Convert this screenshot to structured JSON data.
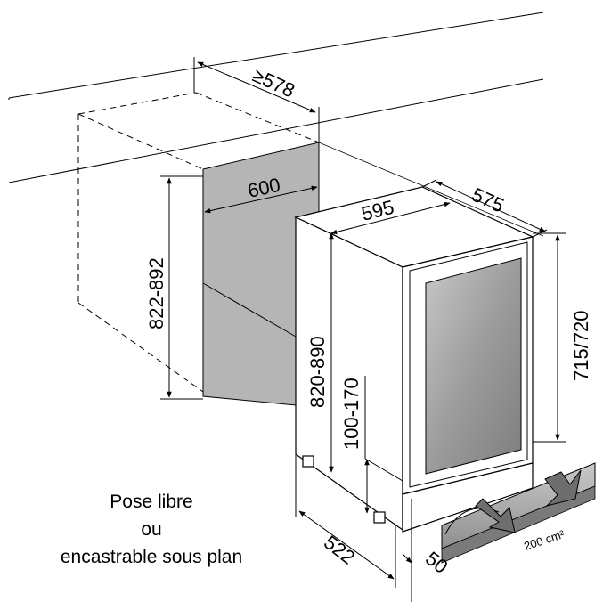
{
  "dimensions": {
    "niche_depth": "≥578",
    "niche_width": "600",
    "niche_height": "822-892",
    "unit_width": "595",
    "unit_depth": "575",
    "unit_height": "820-890",
    "door_height": "715/720",
    "plinth_height": "100-170",
    "unit_depth_bottom": "522",
    "door_offset": "50"
  },
  "ventilation": {
    "area_label": "200 cm²"
  },
  "caption": {
    "line1": "Pose libre",
    "line2": "ou",
    "line3": "encastrable sous plan"
  },
  "colors": {
    "niche_fill": "#b5b5b5",
    "vent_fill": "#a8a8a8",
    "glass_fill": "#9a9a9a",
    "line": "#000000"
  }
}
